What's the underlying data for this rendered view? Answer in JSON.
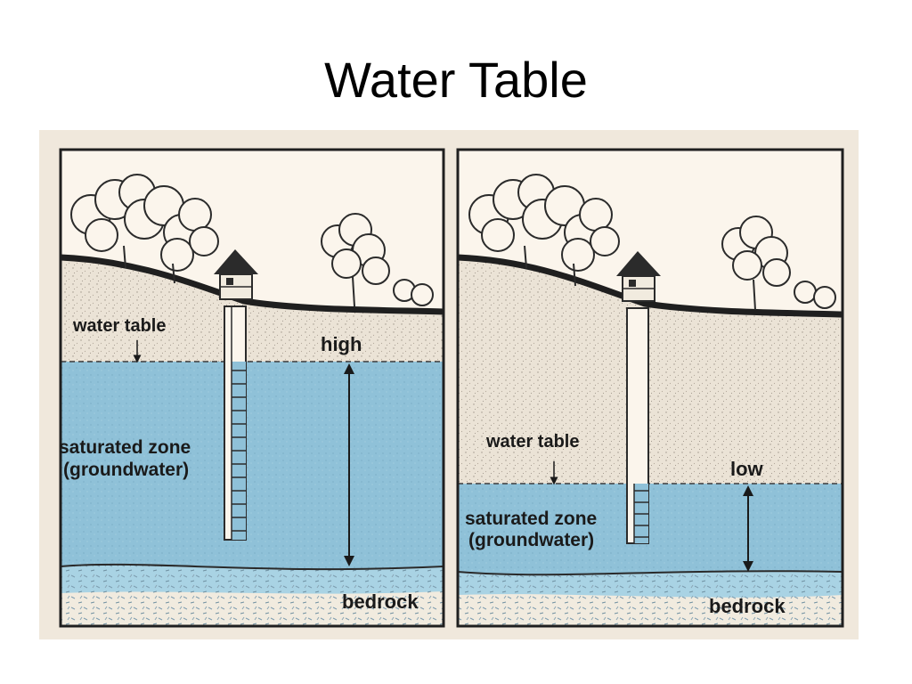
{
  "title": "Water Table",
  "colors": {
    "sky": "#fbf5ec",
    "soil": "#ebe3d6",
    "water": "#8fc1d8",
    "bedrock_blue": "#a9d3e4",
    "bedrock_cream": "#f1ebdf",
    "ground_line": "#222222",
    "border": "#1f1f1f",
    "backing": "#f0e8dc"
  },
  "panels": [
    {
      "id": "high",
      "water_table_label": "water table",
      "level_label": "high",
      "zone_label_line1": "saturated zone",
      "zone_label_line2": "(groundwater)",
      "bedrock_label": "bedrock"
    },
    {
      "id": "low",
      "water_table_label": "water table",
      "level_label": "low",
      "zone_label_line1": "saturated zone",
      "zone_label_line2": "(groundwater)",
      "bedrock_label": "bedrock"
    }
  ],
  "icons": [
    "tree-icon",
    "well-house-icon",
    "well-shaft-icon",
    "double-arrow-icon"
  ]
}
